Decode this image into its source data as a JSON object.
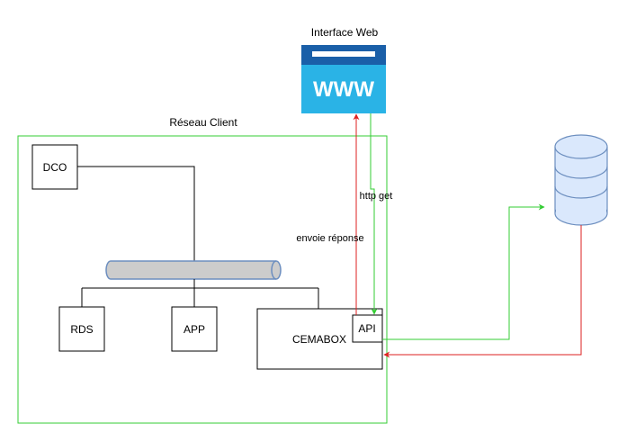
{
  "labels": {
    "web_interface": "Interface Web",
    "www": "WWW",
    "network": "Réseau Client",
    "dco": "DCO",
    "rds": "RDS",
    "app": "APP",
    "cemabox": "CEMABOX",
    "api": "API",
    "http_get": "http get",
    "response": "envoie réponse"
  },
  "colors": {
    "network_border": "#33cc33",
    "request_arrow": "#33cc33",
    "response_arrow": "#dd2222",
    "db_fill": "#dae8fc",
    "db_stroke": "#6c8ebf",
    "browser_top": "#1a5fa8",
    "browser_body": "#2ab3e6",
    "bus_fill": "#cccccc"
  },
  "icons": {
    "web": "browser-window-icon",
    "database": "database-cylinder-icon",
    "bus": "network-bus-pipe"
  }
}
